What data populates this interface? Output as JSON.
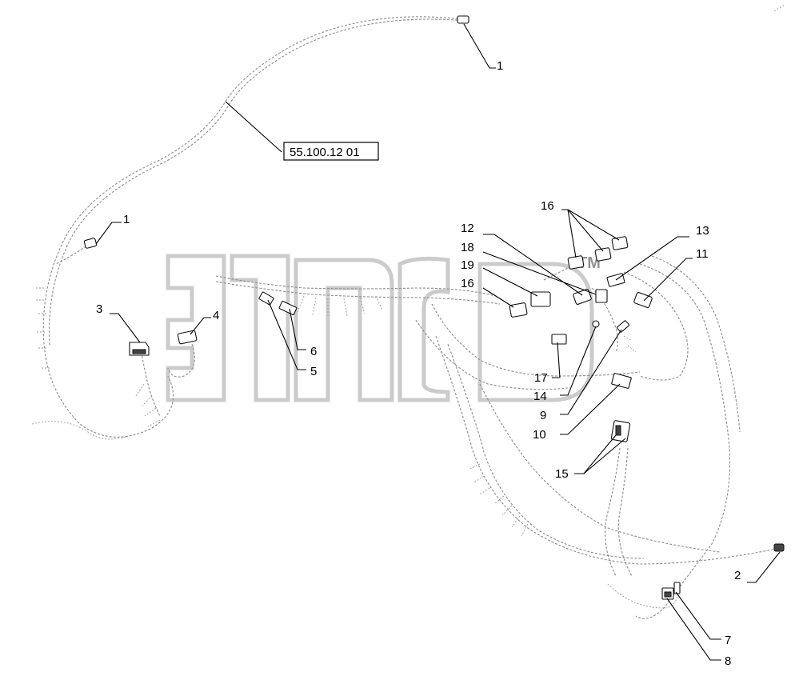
{
  "reference_label": "55.100.12 01",
  "watermark": {
    "trademark": "TM"
  },
  "callouts": [
    {
      "id": "c1a",
      "label": "1"
    },
    {
      "id": "c1b",
      "label": "1"
    },
    {
      "id": "c2",
      "label": "2"
    },
    {
      "id": "c3",
      "label": "3"
    },
    {
      "id": "c4",
      "label": "4"
    },
    {
      "id": "c5",
      "label": "5"
    },
    {
      "id": "c6",
      "label": "6"
    },
    {
      "id": "c7",
      "label": "7"
    },
    {
      "id": "c8",
      "label": "8"
    },
    {
      "id": "c9",
      "label": "9"
    },
    {
      "id": "c10",
      "label": "10"
    },
    {
      "id": "c11",
      "label": "11"
    },
    {
      "id": "c12",
      "label": "12"
    },
    {
      "id": "c13",
      "label": "13"
    },
    {
      "id": "c14",
      "label": "14"
    },
    {
      "id": "c15",
      "label": "15"
    },
    {
      "id": "c16a",
      "label": "16"
    },
    {
      "id": "c16b",
      "label": "16"
    },
    {
      "id": "c17",
      "label": "17"
    },
    {
      "id": "c18",
      "label": "18"
    },
    {
      "id": "c19",
      "label": "19"
    }
  ]
}
